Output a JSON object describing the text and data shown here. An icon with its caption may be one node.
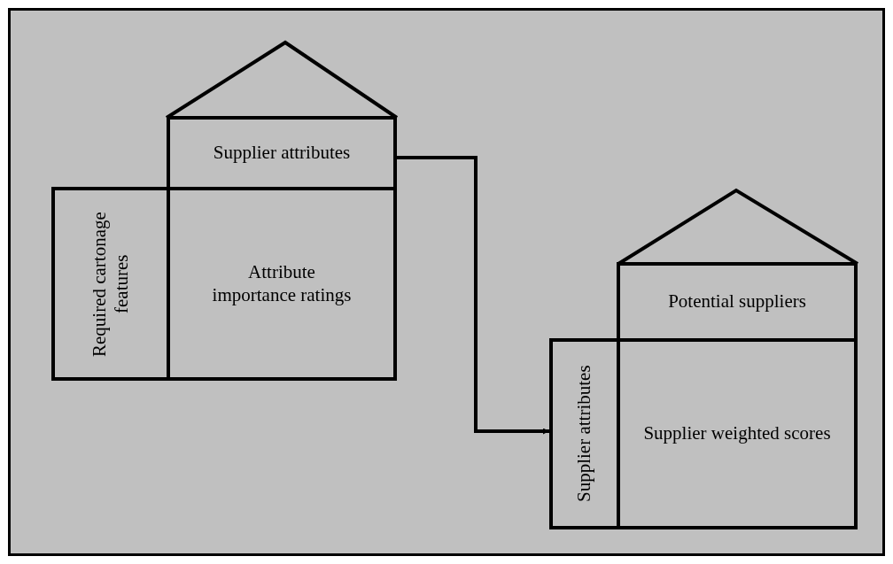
{
  "diagram": {
    "nodes": [
      {
        "text": [
          "Supplier attributes"
        ]
      },
      {
        "text": [
          "Required cartonage features"
        ]
      },
      {
        "text": [
          "Attribute importance ratings"
        ]
      },
      {
        "text": [
          "Potential suppliers"
        ]
      },
      {
        "text": [
          "Supplier attributes"
        ]
      },
      {
        "text": [
          "Supplier weighted scores"
        ]
      }
    ],
    "edges": [
      {
        "from": 0,
        "to": 4,
        "arrow": "to"
      }
    ]
  }
}
